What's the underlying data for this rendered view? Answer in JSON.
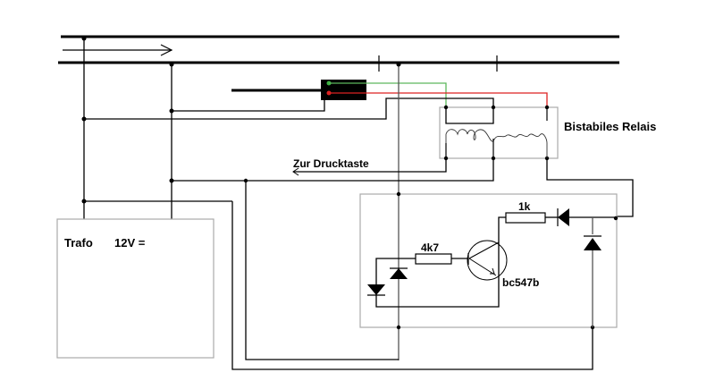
{
  "diagram": {
    "labels": {
      "relay": "Bistabiles Relais",
      "push_button": "Zur Drucktaste",
      "transformer_name": "Trafo",
      "transformer_voltage": "12V =",
      "r_base": "4k7",
      "r_collector": "1k",
      "transistor": "bc547b"
    },
    "colors": {
      "wire": "#000000",
      "green_wire": "#5cb85c",
      "red_wire": "#dd2222",
      "box_outline": "#aaaaaa"
    }
  }
}
